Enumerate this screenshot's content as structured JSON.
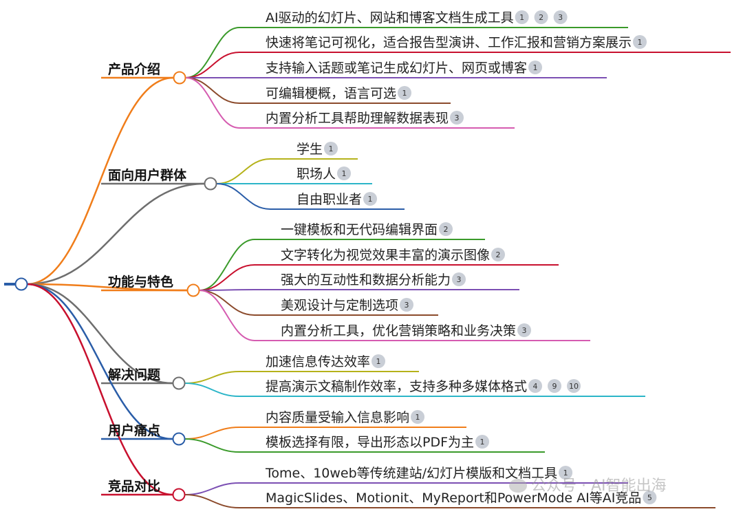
{
  "mindmap": {
    "branches": [
      {
        "title": "产品介绍",
        "color": "#f07d1a",
        "items": [
          {
            "text": "AI驱动的幻灯片、网站和博客文档生成工具",
            "refs": [
              "1",
              "2",
              "3"
            ],
            "color": "#3a9a2a"
          },
          {
            "text": "快速将笔记可视化，适合报告型演讲、工作汇报和营销方案展示",
            "refs": [
              "1"
            ],
            "color": "#c8102e"
          },
          {
            "text": "支持输入话题或笔记生成幻灯片、网页或博客",
            "refs": [
              "1"
            ],
            "color": "#7b4fb3"
          },
          {
            "text": "可编辑梗概，语言可选",
            "refs": [
              "1"
            ],
            "color": "#8b4a2b"
          },
          {
            "text": "内置分析工具帮助理解数据表现",
            "refs": [
              "3"
            ],
            "color": "#d55bb0"
          }
        ]
      },
      {
        "title": "面向用户群体",
        "color": "#6e6e6e",
        "items": [
          {
            "text": "学生",
            "refs": [
              "1"
            ],
            "color": "#b5b21a"
          },
          {
            "text": "职场人",
            "refs": [
              "1"
            ],
            "color": "#2bb5c8"
          },
          {
            "text": "自由职业者",
            "refs": [
              "1"
            ],
            "color": "#2a5da8"
          }
        ]
      },
      {
        "title": "功能与特色",
        "color": "#f07d1a",
        "items": [
          {
            "text": "一键模板和无代码编辑界面",
            "refs": [
              "2"
            ],
            "color": "#3a9a2a"
          },
          {
            "text": "文字转化为视觉效果丰富的演示图像",
            "refs": [
              "2"
            ],
            "color": "#c8102e"
          },
          {
            "text": "强大的互动性和数据分析能力",
            "refs": [
              "3"
            ],
            "color": "#7b4fb3"
          },
          {
            "text": "美观设计与定制选项",
            "refs": [
              "3"
            ],
            "color": "#8b4a2b"
          },
          {
            "text": "内置分析工具，优化营销策略和业务决策",
            "refs": [
              "3"
            ],
            "color": "#d55bb0"
          }
        ]
      },
      {
        "title": "解决问题",
        "color": "#6e6e6e",
        "items": [
          {
            "text": "加速信息传达效率",
            "refs": [
              "1"
            ],
            "color": "#b5b21a"
          },
          {
            "text": "提高演示文稿制作效率，支持多种多媒体格式",
            "refs": [
              "4",
              "9",
              "10"
            ],
            "color": "#2bb5c8"
          }
        ]
      },
      {
        "title": "用户痛点",
        "color": "#2a5da8",
        "items": [
          {
            "text": "内容质量受输入信息影响",
            "refs": [
              "1"
            ],
            "color": "#f07d1a"
          },
          {
            "text": "模板选择有限，导出形态以PDF为主",
            "refs": [
              "1"
            ],
            "color": "#3a9a2a"
          }
        ]
      },
      {
        "title": "竞品对比",
        "color": "#c8102e",
        "items": [
          {
            "text": "Tome、10web等传统建站/幻灯片模版和文档工具",
            "refs": [
              "1"
            ],
            "color": "#7b4fb3"
          },
          {
            "text": "MagicSlides、Motionit、MyReport和PowerMode AI等AI竞品",
            "refs": [
              "5"
            ],
            "color": "#8b4a2b"
          }
        ]
      }
    ]
  },
  "watermark": {
    "text": "公众号 · AI智能出海"
  }
}
